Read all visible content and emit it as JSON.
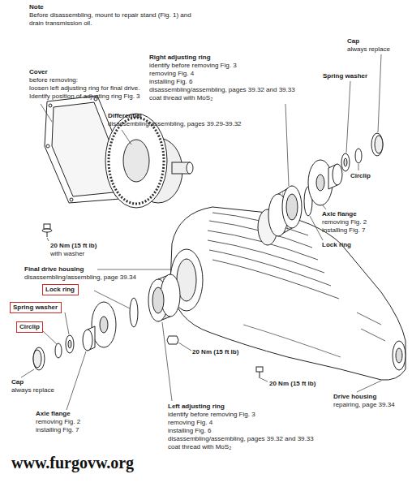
{
  "diagram": {
    "nodes": [
      {
        "text": [
          "Lock ring"
        ]
      },
      {
        "text": [
          "Spring washer"
        ]
      },
      {
        "text": [
          "Circlip"
        ]
      }
    ],
    "labels": [
      "Note",
      "Before disassembling, mount to repair stand (Fig. 1) and drain transmission oil.",
      "Cover",
      "before removing:",
      "loosen left adjusting ring for final drive.",
      "Identify position of adjusting ring Fig. 3",
      "Differential",
      "disassembling/assembling, pages 39.29-39.32",
      "Right adjusting ring",
      "identify before removing Fig. 3",
      "removing Fig. 4",
      "installing Fig. 6",
      "disassembling/assembling, pages 39.32 and 39.33",
      "coat thread with MoS₂",
      "Cap",
      "always replace",
      "Spring washer",
      "Circlip",
      "Axle flange",
      "removing Fig. 2",
      "installing Fig. 7",
      "Lock ring",
      "20 Nm (15 ft lb)",
      "with washer",
      "Final drive housing",
      "disassembling/assembling, page 39.34",
      "20 Nm (15 ft lb)",
      "20 Nm (15 ft lb)",
      "Cap",
      "always replace",
      "Axle flange",
      "removing Fig. 2",
      "installing Fig. 7",
      "Left adjusting ring",
      "identify before removing Fig. 3",
      "removing Fig. 4",
      "installing Fig. 6",
      "disassembling/assembling, pages 39.32 and 39.33",
      "coat thread with MoS₂",
      "Drive housing",
      "repairing, page 39.34",
      "www.furgovw.org"
    ]
  }
}
